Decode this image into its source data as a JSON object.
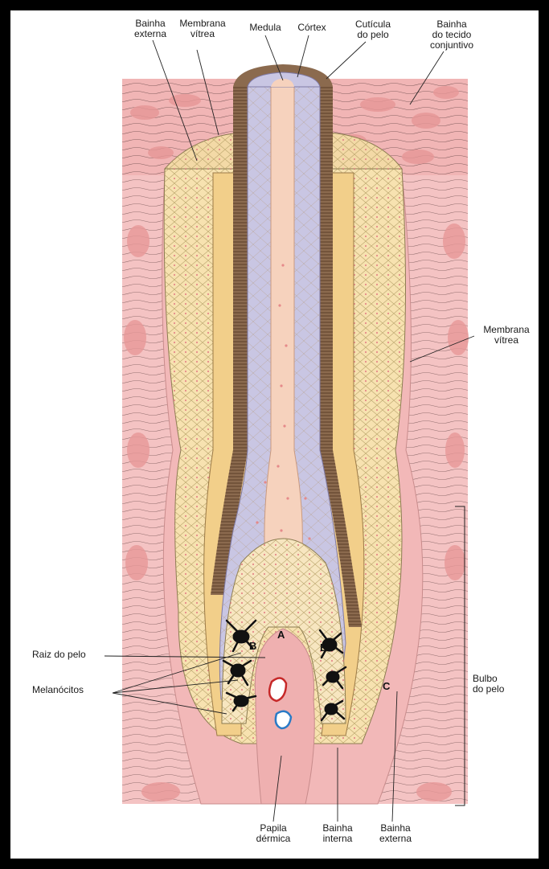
{
  "figure": {
    "labels": {
      "bainha_externa_top": "Bainha\nexterna",
      "membrana_vitrea_top": "Membrana\nvítrea",
      "medula": "Medula",
      "cortex": "Córtex",
      "cuticula": "Cutícula\ndo pelo",
      "bainha_tecido": "Bainha\ndo tecido\nconjuntivo",
      "membrana_vitrea_right": "Membrana\nvítrea",
      "raiz": "Raiz do pelo",
      "melanocitos": "Melanócitos",
      "bulbo": "Bulbo\ndo pelo",
      "papila": "Papila\ndérmica",
      "bainha_interna_bottom": "Bainha\ninterna",
      "bainha_externa_bottom": "Bainha\nexterna"
    },
    "markers": {
      "a": "A",
      "b1": "B",
      "b2": "B",
      "c": "C"
    },
    "colors": {
      "dermis": "#f4c3c3",
      "outer_sheath": "#f7e2b0",
      "inner_sheath": "#f2cf8a",
      "cortex": "#c9c6e3",
      "medulla": "#f6d2bd",
      "cuticle": "#8b6a4e",
      "melanocyte": "#111111"
    }
  }
}
